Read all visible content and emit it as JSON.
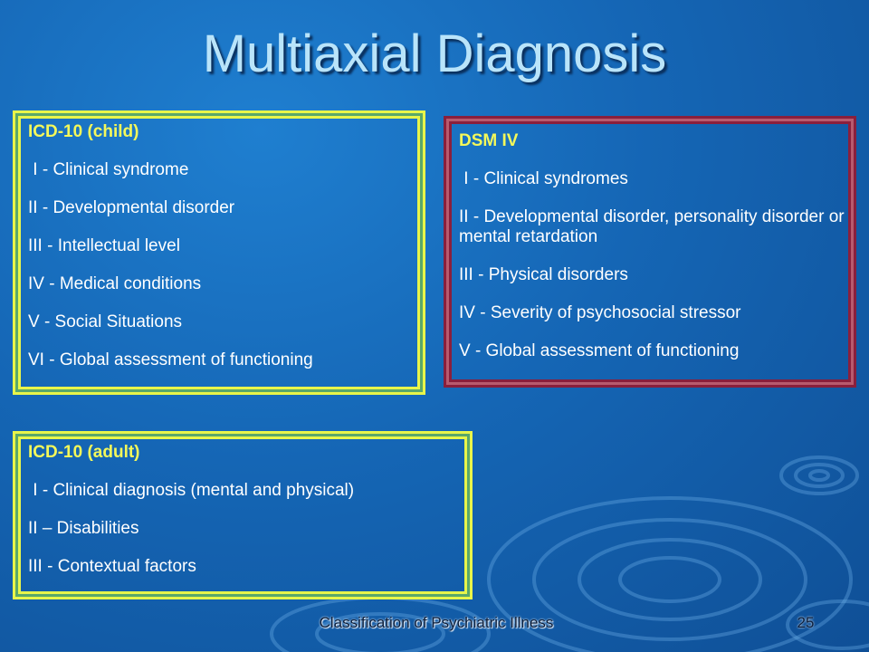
{
  "slide": {
    "title": "Multiaxial Diagnosis",
    "footer": "Classification of Psychiatric Illness",
    "page_number": "25"
  },
  "icd_child": {
    "heading": "ICD-10 (child)",
    "items": [
      " I - Clinical syndrome",
      "II - Developmental disorder",
      "III - Intellectual level",
      "IV - Medical conditions",
      "V - Social Situations",
      "VI - Global assessment of functioning"
    ]
  },
  "dsm": {
    "heading": "DSM IV",
    "items": [
      " I - Clinical syndromes",
      "II - Developmental disorder, personality disorder or mental retardation",
      "III - Physical disorders",
      "IV - Severity of psychosocial stressor",
      "V - Global assessment of functioning"
    ]
  },
  "icd_adult": {
    "heading": "ICD-10 (adult)",
    "items": [
      " I - Clinical diagnosis (mental and physical)",
      "II – Disabilities",
      "III - Contextual factors"
    ]
  },
  "colors": {
    "background": "#1566b5",
    "title": "#b9e4fa",
    "green_frame": "#e8f54a",
    "red_frame": "#8a1f3c",
    "heading_text": "#f4f85a",
    "body_text": "#ffffff"
  }
}
